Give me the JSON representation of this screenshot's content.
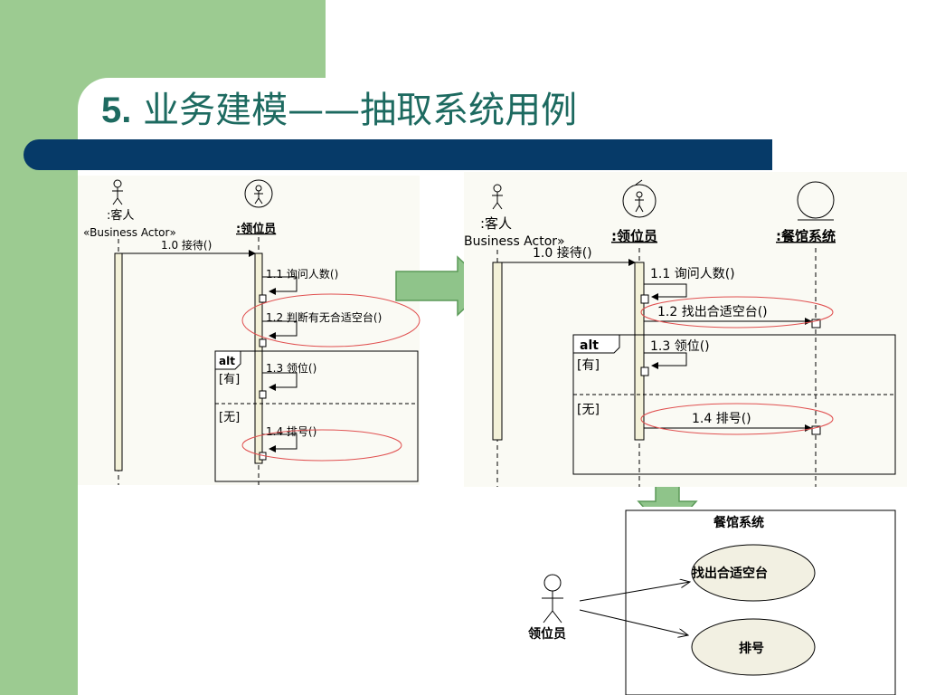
{
  "slide": {
    "title_number": "5.",
    "title_text": " 业务建模——抽取系统用例"
  },
  "left_diagram": {
    "actor_name": ":客人",
    "actor_stereotype": "«Business Actor»",
    "worker_name": ":领位员",
    "messages": [
      "1.0 接待()",
      "1.1 询问人数()",
      "1.2 判断有无合适空台()",
      "1.3 领位()",
      "1.4 排号()"
    ],
    "fragment_label": "alt",
    "guard_yes": "[有]",
    "guard_no": "[无]"
  },
  "right_diagram": {
    "actor_name": ":客人",
    "actor_stereotype": "Business Actor»",
    "worker_name": ":领位员",
    "system_name": ":餐馆系统",
    "messages": [
      "1.0 接待()",
      "1.1 询问人数()",
      "1.2 找出合适空台()",
      "1.3 领位()",
      "1.4 排号()"
    ],
    "fragment_label": "alt",
    "guard_yes": "[有]",
    "guard_no": "[无]"
  },
  "use_case_diagram": {
    "system_boundary": "餐馆系统",
    "actor": "领位员",
    "use_cases": [
      "找出合适空台",
      "排号"
    ]
  },
  "colors": {
    "green": "#9ccb91",
    "navy_bar": "#063a68",
    "title": "#1d6a60",
    "arrow_fill": "#8fc48a",
    "arrow_stroke": "#5b9a58",
    "highlight": "#e05050"
  }
}
